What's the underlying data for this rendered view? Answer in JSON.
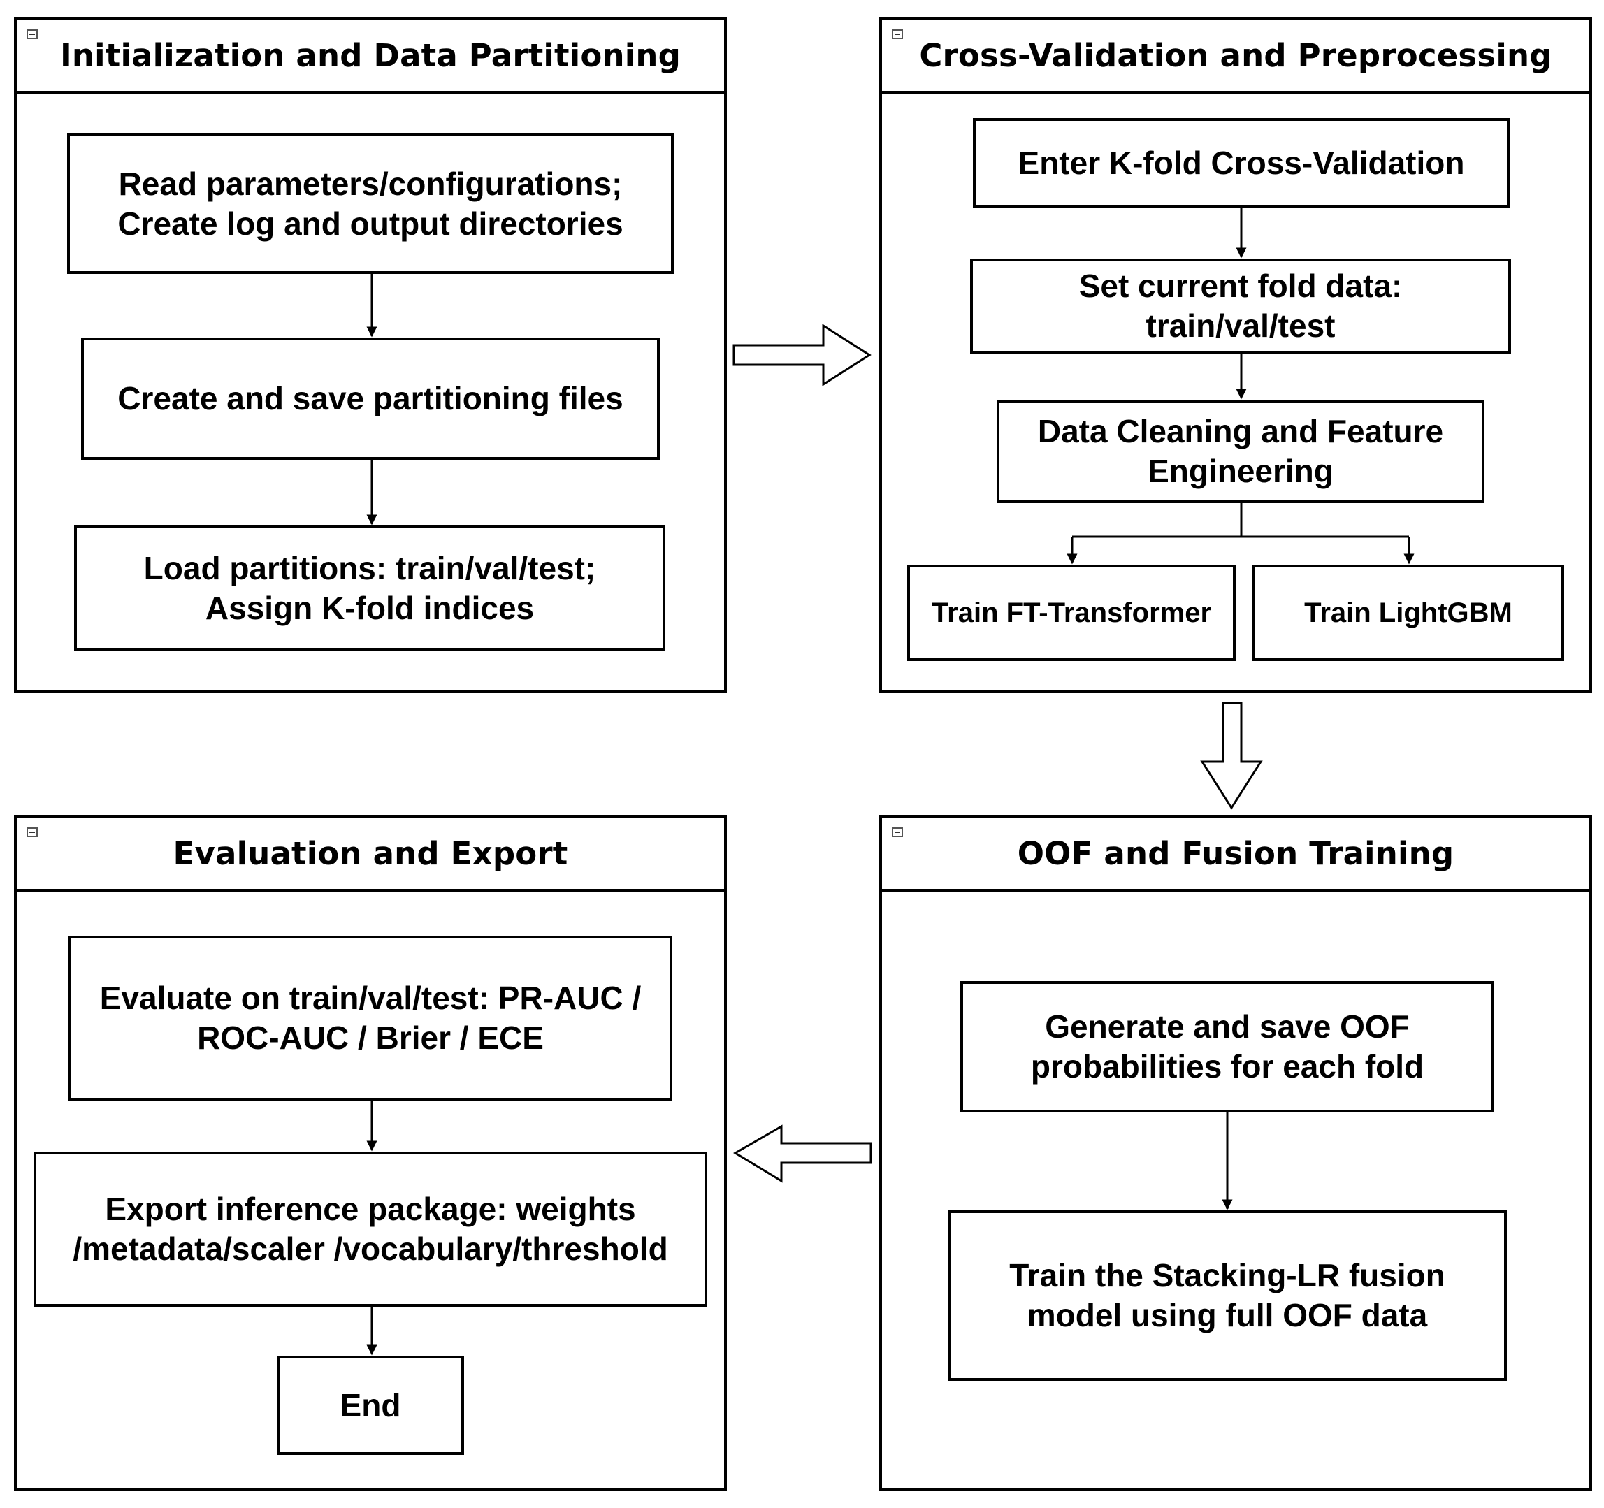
{
  "panels": {
    "init": {
      "title": "Initialization and Data Partitioning",
      "steps": {
        "read": "Read parameters/configurations;\nCreate log and output directories",
        "create": "Create and save partitioning files",
        "load": "Load partitions: train/val/test;\nAssign K-fold indices"
      }
    },
    "cv": {
      "title": "Cross-Validation and Preprocessing",
      "steps": {
        "enter": "Enter K-fold Cross-Validation",
        "set": "Set current fold data:\ntrain/val/test",
        "clean": "Data Cleaning and Feature\nEngineering",
        "ft": "Train FT-Transformer",
        "lgbm": "Train LightGBM"
      }
    },
    "oof": {
      "title": "OOF and Fusion Training",
      "steps": {
        "generate": "Generate and save OOF\nprobabilities for each fold",
        "stack": "Train the Stacking-LR fusion\nmodel using full OOF data"
      }
    },
    "eval": {
      "title": "Evaluation and Export",
      "steps": {
        "evaluate": "Evaluate on train/val/test: PR-AUC /\nROC-AUC / Brier / ECE",
        "export": "Export inference package: weights\n/metadata/scaler /vocabulary/threshold",
        "end": "End"
      }
    }
  }
}
